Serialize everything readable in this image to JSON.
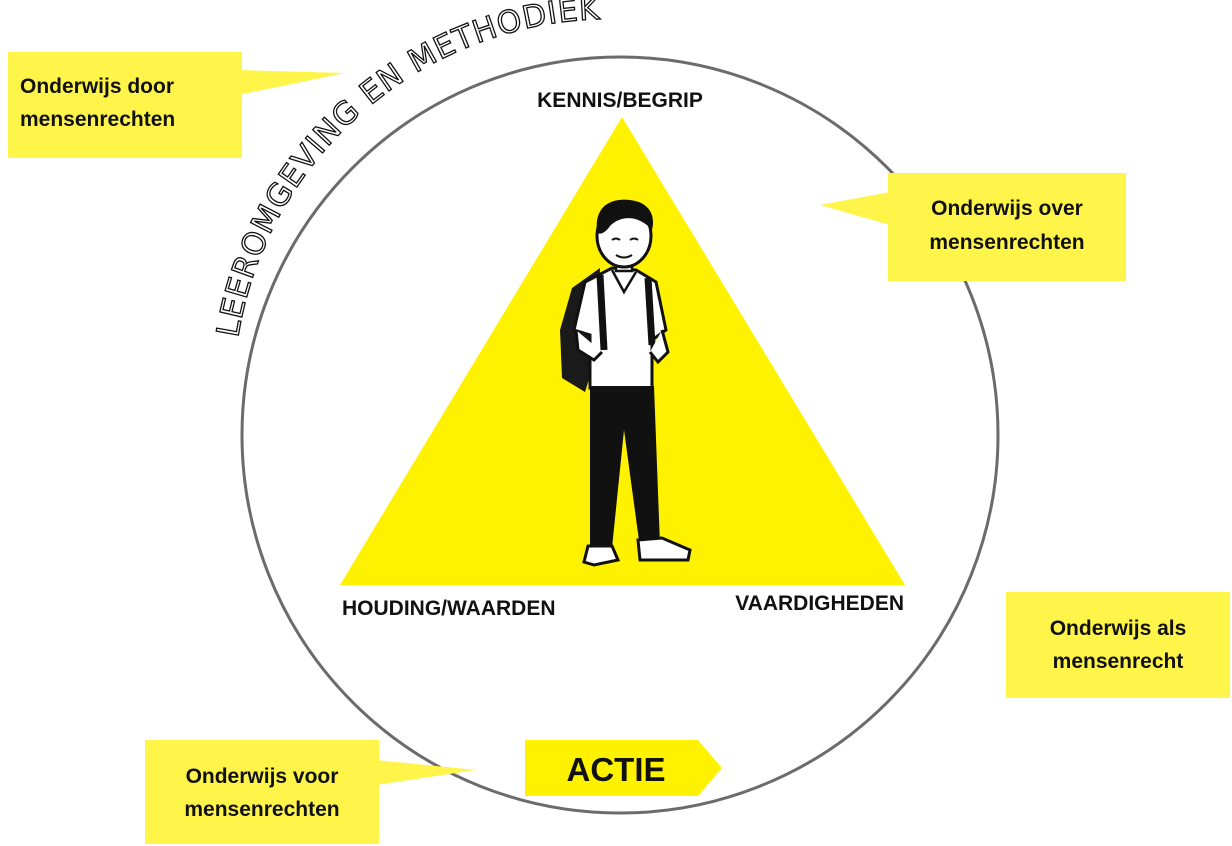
{
  "colors": {
    "yellow": "#FFF200",
    "callout": "#FFF54A",
    "circle_stroke": "#6b6b6b",
    "text": "#111111"
  },
  "ring_label": "LEEROMGEVING EN METHODIEK",
  "triangle": {
    "top_label": "KENNIS/BEGRIP",
    "left_label": "HOUDING/WAARDEN",
    "right_label": "VAARDIGHEDEN"
  },
  "action_label": "ACTIE",
  "callouts": {
    "door": [
      "Onderwijs door",
      "mensenrechten"
    ],
    "over": [
      "Onderwijs over",
      "mensenrechten"
    ],
    "als": [
      "Onderwijs als",
      "mensenrecht"
    ],
    "voor": [
      "Onderwijs voor",
      "mensenrechten"
    ]
  },
  "illustration": "student-with-backpack"
}
